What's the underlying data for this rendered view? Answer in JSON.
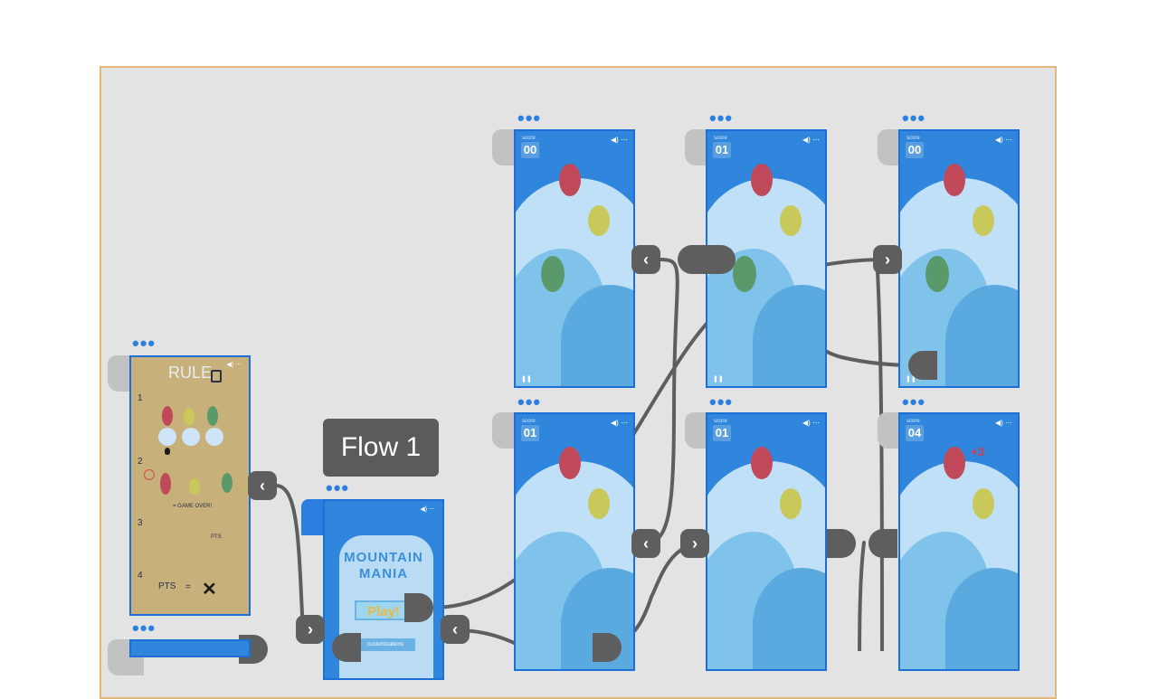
{
  "flow": {
    "label": "Flow 1"
  },
  "rule_card": {
    "title": "RULE",
    "steps": [
      "1",
      "2",
      "3",
      "4"
    ],
    "game_over_text": "= GAME OVER!",
    "pts_small": "PTS",
    "pts_label": "PTS",
    "equals": "="
  },
  "title_card": {
    "game_title_line1": "MOUNTAIN",
    "game_title_line2": "MANIA",
    "play_label": "Play!",
    "customizations_label": "customizations"
  },
  "screens": [
    {
      "score_label": "score",
      "score": "00",
      "plus": ""
    },
    {
      "score_label": "score",
      "score": "01",
      "plus": ""
    },
    {
      "score_label": "score",
      "score": "00",
      "plus": ""
    },
    {
      "score_label": "score",
      "score": "01",
      "plus": ""
    },
    {
      "score_label": "score",
      "score": "01",
      "plus": ""
    },
    {
      "score_label": "score",
      "score": "04",
      "plus": "+3"
    }
  ],
  "more_menu": "•••",
  "icons": {
    "back": "chevron-left-icon",
    "forward": "chevron-right-icon",
    "sound": "speaker-icon",
    "pause": "pause-icon",
    "clipboard": "clipboard-icon",
    "tools": "tools-icon"
  },
  "colors": {
    "canvas_bg": "#e3e3e3",
    "canvas_border": "#e3b87a",
    "screen_bg": "#2f86dc",
    "connector": "#5e5e5e",
    "selection": "#1c6fd6"
  }
}
